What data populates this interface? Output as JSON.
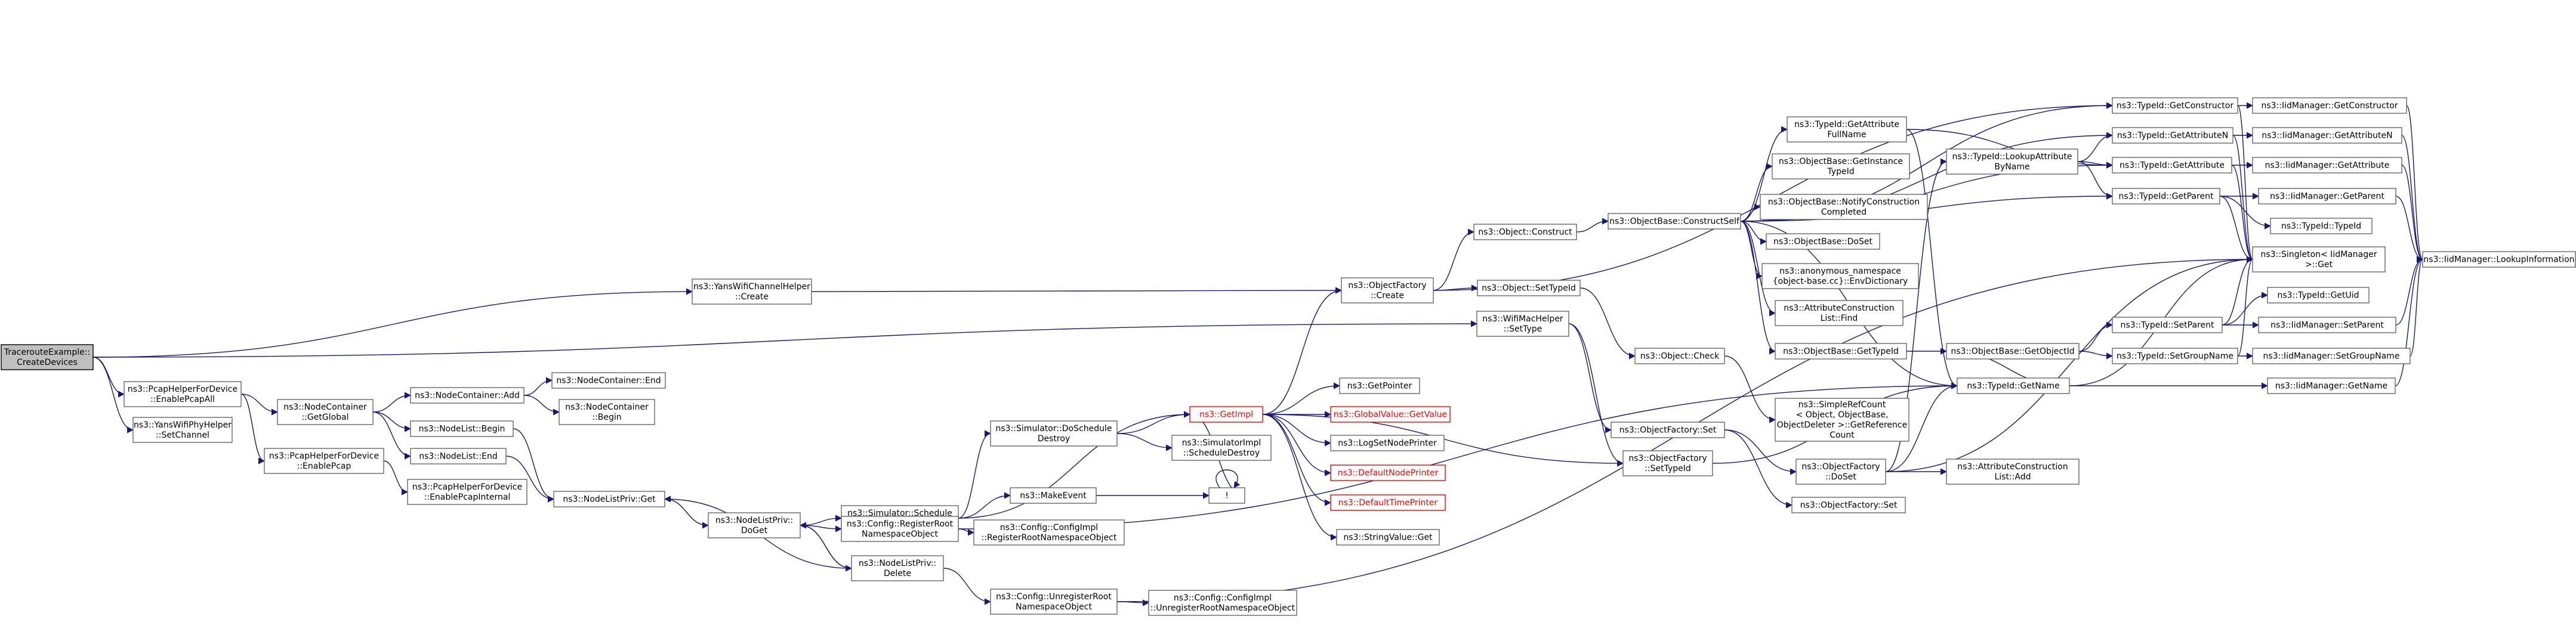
{
  "nodes": [
    {
      "id": "root",
      "lines": [
        "TracerouteExample::",
        "CreateDevices"
      ],
      "style": "root"
    },
    {
      "id": "yanschanhelper",
      "lines": [
        "ns3::YansWifiChannelHelper",
        "::Create"
      ],
      "style": "normal"
    },
    {
      "id": "pcapall",
      "lines": [
        "ns3::PcapHelperForDevice",
        "::EnablePcapAll"
      ],
      "style": "normal"
    },
    {
      "id": "setchannel",
      "lines": [
        "ns3::YansWifiPhyHelper",
        "::SetChannel"
      ],
      "style": "normal"
    },
    {
      "id": "macsettype",
      "lines": [
        "ns3::WifiMacHelper",
        "::SetType"
      ],
      "style": "normal"
    },
    {
      "id": "ncgetglobal",
      "lines": [
        "ns3::NodeContainer",
        "::GetGlobal"
      ],
      "style": "normal"
    },
    {
      "id": "enablepcap",
      "lines": [
        "ns3::PcapHelperForDevice",
        "::EnablePcap"
      ],
      "style": "normal"
    },
    {
      "id": "ncadd",
      "lines": [
        "ns3::NodeContainer::Add"
      ],
      "style": "normal"
    },
    {
      "id": "nlbegin",
      "lines": [
        "ns3::NodeList::Begin"
      ],
      "style": "normal"
    },
    {
      "id": "nlend",
      "lines": [
        "ns3::NodeList::End"
      ],
      "style": "normal"
    },
    {
      "id": "pcapinternal",
      "lines": [
        "ns3::PcapHelperForDevice",
        "::EnablePcapInternal"
      ],
      "style": "normal"
    },
    {
      "id": "ncend",
      "lines": [
        "ns3::NodeContainer::End"
      ],
      "style": "normal"
    },
    {
      "id": "ncbegin",
      "lines": [
        "ns3::NodeContainer",
        "::Begin"
      ],
      "style": "normal"
    },
    {
      "id": "nlprivget",
      "lines": [
        "ns3::NodeListPriv::Get"
      ],
      "style": "normal"
    },
    {
      "id": "nlprivdoget",
      "lines": [
        "ns3::NodeListPriv::",
        "DoGet"
      ],
      "style": "normal"
    },
    {
      "id": "nlprivdelete",
      "lines": [
        "ns3::NodeListPriv::",
        "Delete"
      ],
      "style": "normal"
    },
    {
      "id": "simschedulede",
      "lines": [
        "ns3::Simulator::Schedule",
        "Destroy"
      ],
      "style": "normal"
    },
    {
      "id": "cfgregroot",
      "lines": [
        "ns3::Config::RegisterRoot",
        "NamespaceObject"
      ],
      "style": "normal"
    },
    {
      "id": "cfgunregroot",
      "lines": [
        "ns3::Config::UnregisterRoot",
        "NamespaceObject"
      ],
      "style": "normal"
    },
    {
      "id": "simdoschedule",
      "lines": [
        "ns3::Simulator::DoSchedule",
        "Destroy"
      ],
      "style": "normal"
    },
    {
      "id": "makeevent",
      "lines": [
        "ns3::MakeEvent"
      ],
      "style": "normal"
    },
    {
      "id": "cfgimplreg",
      "lines": [
        "ns3::Config::ConfigImpl",
        "::RegisterRootNamespaceObject"
      ],
      "style": "normal"
    },
    {
      "id": "cfgimplunreg",
      "lines": [
        "ns3::Config::ConfigImpl",
        "::UnregisterRootNamespaceObject"
      ],
      "style": "normal"
    },
    {
      "id": "getimpl",
      "lines": [
        "ns3::GetImpl"
      ],
      "style": "red"
    },
    {
      "id": "simimplsched",
      "lines": [
        "ns3::SimulatorImpl",
        "::ScheduleDestroy"
      ],
      "style": "normal"
    },
    {
      "id": "bang",
      "lines": [
        "!"
      ],
      "style": "normal"
    },
    {
      "id": "getpointer",
      "lines": [
        "ns3::GetPointer"
      ],
      "style": "normal"
    },
    {
      "id": "globalvalue",
      "lines": [
        "ns3::GlobalValue::GetValue"
      ],
      "style": "red"
    },
    {
      "id": "logsetnode",
      "lines": [
        "ns3::LogSetNodePrinter"
      ],
      "style": "normal"
    },
    {
      "id": "defnodeprinter",
      "lines": [
        "ns3::DefaultNodePrinter"
      ],
      "style": "red"
    },
    {
      "id": "deftimeprinter",
      "lines": [
        "ns3::DefaultTimePrinter"
      ],
      "style": "red"
    },
    {
      "id": "stringvalueget",
      "lines": [
        "ns3::StringValue::Get"
      ],
      "style": "normal"
    },
    {
      "id": "objfactcreate",
      "lines": [
        "ns3::ObjectFactory",
        "::Create"
      ],
      "style": "normal"
    },
    {
      "id": "objconstruct",
      "lines": [
        "ns3::Object::Construct"
      ],
      "style": "normal"
    },
    {
      "id": "objsettypeid",
      "lines": [
        "ns3::Object::SetTypeId"
      ],
      "style": "normal"
    },
    {
      "id": "objcheck",
      "lines": [
        "ns3::Object::Check"
      ],
      "style": "normal"
    },
    {
      "id": "objfactset",
      "lines": [
        "ns3::ObjectFactory::Set"
      ],
      "style": "normal"
    },
    {
      "id": "objfactsettypeid",
      "lines": [
        "ns3::ObjectFactory",
        "::SetTypeId"
      ],
      "style": "normal"
    },
    {
      "id": "simplerefcount",
      "lines": [
        "ns3::SimpleRefCount",
        "< Object, ObjectBase,",
        "ObjectDeleter >::GetReference",
        "Count"
      ],
      "style": "normal"
    },
    {
      "id": "objfactdoset",
      "lines": [
        "ns3::ObjectFactory",
        "::DoSet"
      ],
      "style": "normal"
    },
    {
      "id": "objfactset2",
      "lines": [
        "ns3::ObjectFactory::Set"
      ],
      "style": "normal"
    },
    {
      "id": "obconstructself",
      "lines": [
        "ns3::ObjectBase::ConstructSelf"
      ],
      "style": "normal"
    },
    {
      "id": "tidgetattrfull",
      "lines": [
        "ns3::TypeId::GetAttribute",
        "FullName"
      ],
      "style": "normal"
    },
    {
      "id": "obgetinstance",
      "lines": [
        "ns3::ObjectBase::GetInstance",
        "TypeId"
      ],
      "style": "normal"
    },
    {
      "id": "obnotify",
      "lines": [
        "ns3::ObjectBase::NotifyConstruction",
        "Completed"
      ],
      "style": "normal"
    },
    {
      "id": "obdoset",
      "lines": [
        "ns3::ObjectBase::DoSet"
      ],
      "style": "normal"
    },
    {
      "id": "anonenv",
      "lines": [
        "ns3::anonymous_namespace",
        "{object-base.cc}::EnvDictionary"
      ],
      "style": "normal"
    },
    {
      "id": "attrconstrfind",
      "lines": [
        "ns3::AttributeConstruction",
        "List::Find"
      ],
      "style": "normal"
    },
    {
      "id": "obgettypeid",
      "lines": [
        "ns3::ObjectBase::GetTypeId"
      ],
      "style": "normal"
    },
    {
      "id": "tidlookup",
      "lines": [
        "ns3::TypeId::LookupAttribute",
        "ByName"
      ],
      "style": "normal"
    },
    {
      "id": "obgetobjectid",
      "lines": [
        "ns3::ObjectBase::GetObjectId"
      ],
      "style": "normal"
    },
    {
      "id": "tidgetname",
      "lines": [
        "ns3::TypeId::GetName"
      ],
      "style": "normal"
    },
    {
      "id": "attrconstradd",
      "lines": [
        "ns3::AttributeConstruction",
        "List::Add"
      ],
      "style": "normal"
    },
    {
      "id": "tidgetconstructor",
      "lines": [
        "ns3::TypeId::GetConstructor"
      ],
      "style": "normal"
    },
    {
      "id": "tidgetattrn",
      "lines": [
        "ns3::TypeId::GetAttributeN"
      ],
      "style": "normal"
    },
    {
      "id": "tidgetattr",
      "lines": [
        "ns3::TypeId::GetAttribute"
      ],
      "style": "normal"
    },
    {
      "id": "tidgetparent",
      "lines": [
        "ns3::TypeId::GetParent"
      ],
      "style": "normal"
    },
    {
      "id": "tidsetparent",
      "lines": [
        "ns3::TypeId::SetParent"
      ],
      "style": "normal"
    },
    {
      "id": "tidsetgroup",
      "lines": [
        "ns3::TypeId::SetGroupName"
      ],
      "style": "normal"
    },
    {
      "id": "iidgetname",
      "lines": [
        "ns3::IidManager::GetName"
      ],
      "style": "normal"
    },
    {
      "id": "iidgetconstructor",
      "lines": [
        "ns3::IidManager::GetConstructor"
      ],
      "style": "normal"
    },
    {
      "id": "iidgetattrn",
      "lines": [
        "ns3::IidManager::GetAttributeN"
      ],
      "style": "normal"
    },
    {
      "id": "iidgetattr",
      "lines": [
        "ns3::IidManager::GetAttribute"
      ],
      "style": "normal"
    },
    {
      "id": "iidgetparent",
      "lines": [
        "ns3::IidManager::GetParent"
      ],
      "style": "normal"
    },
    {
      "id": "tidtypeid",
      "lines": [
        "ns3::TypeId::TypeId"
      ],
      "style": "normal"
    },
    {
      "id": "singletonget",
      "lines": [
        "ns3::Singleton< IidManager",
        " >::Get"
      ],
      "style": "normal"
    },
    {
      "id": "tidgetuid",
      "lines": [
        "ns3::TypeId::GetUid"
      ],
      "style": "normal"
    },
    {
      "id": "iidsetparent",
      "lines": [
        "ns3::IidManager::SetParent"
      ],
      "style": "normal"
    },
    {
      "id": "iidsetgroup",
      "lines": [
        "ns3::IidManager::SetGroupName"
      ],
      "style": "normal"
    },
    {
      "id": "iidlookupinfo",
      "lines": [
        "ns3::IidManager::LookupInformation"
      ],
      "style": "normal"
    }
  ],
  "edges": [
    [
      "root",
      "yanschanhelper"
    ],
    [
      "root",
      "macsettype"
    ],
    [
      "root",
      "pcapall"
    ],
    [
      "root",
      "setchannel"
    ],
    [
      "yanschanhelper",
      "objfactcreate"
    ],
    [
      "pcapall",
      "ncgetglobal"
    ],
    [
      "pcapall",
      "enablepcap"
    ],
    [
      "ncgetglobal",
      "ncadd"
    ],
    [
      "ncgetglobal",
      "nlbegin"
    ],
    [
      "ncgetglobal",
      "nlend"
    ],
    [
      "ncadd",
      "ncend"
    ],
    [
      "ncadd",
      "ncbegin"
    ],
    [
      "nlbegin",
      "nlprivget"
    ],
    [
      "nlend",
      "nlprivget"
    ],
    [
      "enablepcap",
      "pcapinternal"
    ],
    [
      "nlprivget",
      "nlprivdoget"
    ],
    [
      "nlprivdoget",
      "simschedulede"
    ],
    [
      "nlprivdoget",
      "cfgregroot"
    ],
    [
      "nlprivdoget",
      "nlprivdelete"
    ],
    [
      "nlprivdelete",
      "nlprivget"
    ],
    [
      "nlprivdelete",
      "nlprivdoget"
    ],
    [
      "nlprivdelete",
      "cfgunregroot"
    ],
    [
      "simschedulede",
      "simdoschedule"
    ],
    [
      "simschedulede",
      "makeevent"
    ],
    [
      "simschedulede",
      "getimpl"
    ],
    [
      "simdoschedule",
      "getimpl"
    ],
    [
      "simdoschedule",
      "simimplsched"
    ],
    [
      "makeevent",
      "bang"
    ],
    [
      "bang",
      "bang"
    ],
    [
      "cfgregroot",
      "cfgimplreg"
    ],
    [
      "cfgregroot",
      "tidgetname"
    ],
    [
      "cfgunregroot",
      "cfgimplunreg"
    ],
    [
      "cfgunregroot",
      "singletonget"
    ],
    [
      "getimpl",
      "bang"
    ],
    [
      "getimpl",
      "objfactcreate"
    ],
    [
      "getimpl",
      "getpointer"
    ],
    [
      "getimpl",
      "globalvalue"
    ],
    [
      "getimpl",
      "logsetnode"
    ],
    [
      "getimpl",
      "defnodeprinter"
    ],
    [
      "getimpl",
      "deftimeprinter"
    ],
    [
      "getimpl",
      "stringvalueget"
    ],
    [
      "getimpl",
      "objfactsettypeid"
    ],
    [
      "macsettype",
      "objfactset"
    ],
    [
      "macsettype",
      "objfactsettypeid"
    ],
    [
      "objfactcreate",
      "objconstruct"
    ],
    [
      "objfactcreate",
      "objsettypeid"
    ],
    [
      "objfactcreate",
      "tidgetconstructor"
    ],
    [
      "objconstruct",
      "obconstructself"
    ],
    [
      "objsettypeid",
      "objcheck"
    ],
    [
      "objcheck",
      "simplerefcount"
    ],
    [
      "objfactset",
      "objfactdoset"
    ],
    [
      "objfactset",
      "objfactset2"
    ],
    [
      "objfactsettypeid",
      "tidgetname"
    ],
    [
      "objfactdoset",
      "tidlookup"
    ],
    [
      "objfactdoset",
      "attrconstradd"
    ],
    [
      "objfactdoset",
      "tidgetname"
    ],
    [
      "objfactdoset",
      "singletonget"
    ],
    [
      "obconstructself",
      "tidgetattrfull"
    ],
    [
      "obconstructself",
      "obgetinstance"
    ],
    [
      "obconstructself",
      "obnotify"
    ],
    [
      "obconstructself",
      "obdoset"
    ],
    [
      "obconstructself",
      "anonenv"
    ],
    [
      "obconstructself",
      "attrconstrfind"
    ],
    [
      "obconstructself",
      "obgettypeid"
    ],
    [
      "obconstructself",
      "tidgetname"
    ],
    [
      "obconstructself",
      "tidgetattrn"
    ],
    [
      "obconstructself",
      "tidgetattr"
    ],
    [
      "obconstructself",
      "tidgetparent"
    ],
    [
      "obconstructself",
      "tidgetconstructor"
    ],
    [
      "tidgetattrfull",
      "tidgetattr"
    ],
    [
      "tidgetattrfull",
      "tidgetname"
    ],
    [
      "obgettypeid",
      "obgetobjectid"
    ],
    [
      "obgetobjectid",
      "tidsetparent"
    ],
    [
      "obgetobjectid",
      "tidsetgroup"
    ],
    [
      "obgetobjectid",
      "tidgetname"
    ],
    [
      "tidlookup",
      "tidgetattrn"
    ],
    [
      "tidlookup",
      "tidgetattr"
    ],
    [
      "tidlookup",
      "tidgetparent"
    ],
    [
      "tidgetname",
      "iidgetname"
    ],
    [
      "tidgetname",
      "singletonget"
    ],
    [
      "tidgetconstructor",
      "iidgetconstructor"
    ],
    [
      "tidgetconstructor",
      "singletonget"
    ],
    [
      "tidgetattrn",
      "iidgetattrn"
    ],
    [
      "tidgetattrn",
      "singletonget"
    ],
    [
      "tidgetattr",
      "iidgetattr"
    ],
    [
      "tidgetattr",
      "singletonget"
    ],
    [
      "tidgetparent",
      "iidgetparent"
    ],
    [
      "tidgetparent",
      "tidtypeid"
    ],
    [
      "tidgetparent",
      "singletonget"
    ],
    [
      "tidsetparent",
      "tidgetuid"
    ],
    [
      "tidsetparent",
      "iidsetparent"
    ],
    [
      "tidsetparent",
      "singletonget"
    ],
    [
      "tidsetgroup",
      "iidsetgroup"
    ],
    [
      "tidsetgroup",
      "singletonget"
    ],
    [
      "iidgetname",
      "iidlookupinfo"
    ],
    [
      "iidgetconstructor",
      "iidlookupinfo"
    ],
    [
      "iidgetattrn",
      "iidlookupinfo"
    ],
    [
      "iidgetattr",
      "iidlookupinfo"
    ],
    [
      "iidgetparent",
      "iidlookupinfo"
    ],
    [
      "iidsetparent",
      "iidlookupinfo"
    ],
    [
      "iidsetgroup",
      "iidlookupinfo"
    ]
  ]
}
